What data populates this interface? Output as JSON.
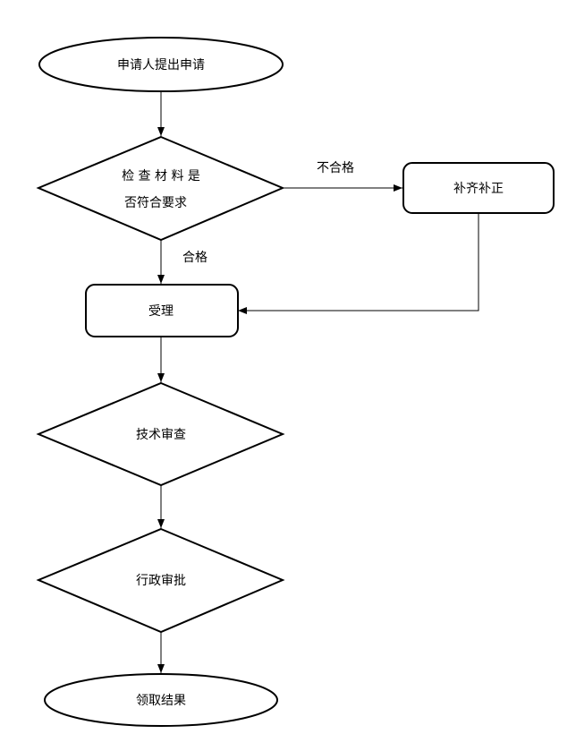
{
  "flowchart": {
    "nodes": {
      "start": {
        "label": "申请人提出申请"
      },
      "check": {
        "label_line1": "检 查 材 料 是",
        "label_line2": "否符合要求"
      },
      "supplement": {
        "label": "补齐补正"
      },
      "accept": {
        "label": "受理"
      },
      "tech": {
        "label": "技术审查"
      },
      "admin": {
        "label": "行政审批"
      },
      "end": {
        "label": "领取结果"
      }
    },
    "edges": {
      "fail_label": "不合格",
      "pass_label": "合格"
    }
  }
}
